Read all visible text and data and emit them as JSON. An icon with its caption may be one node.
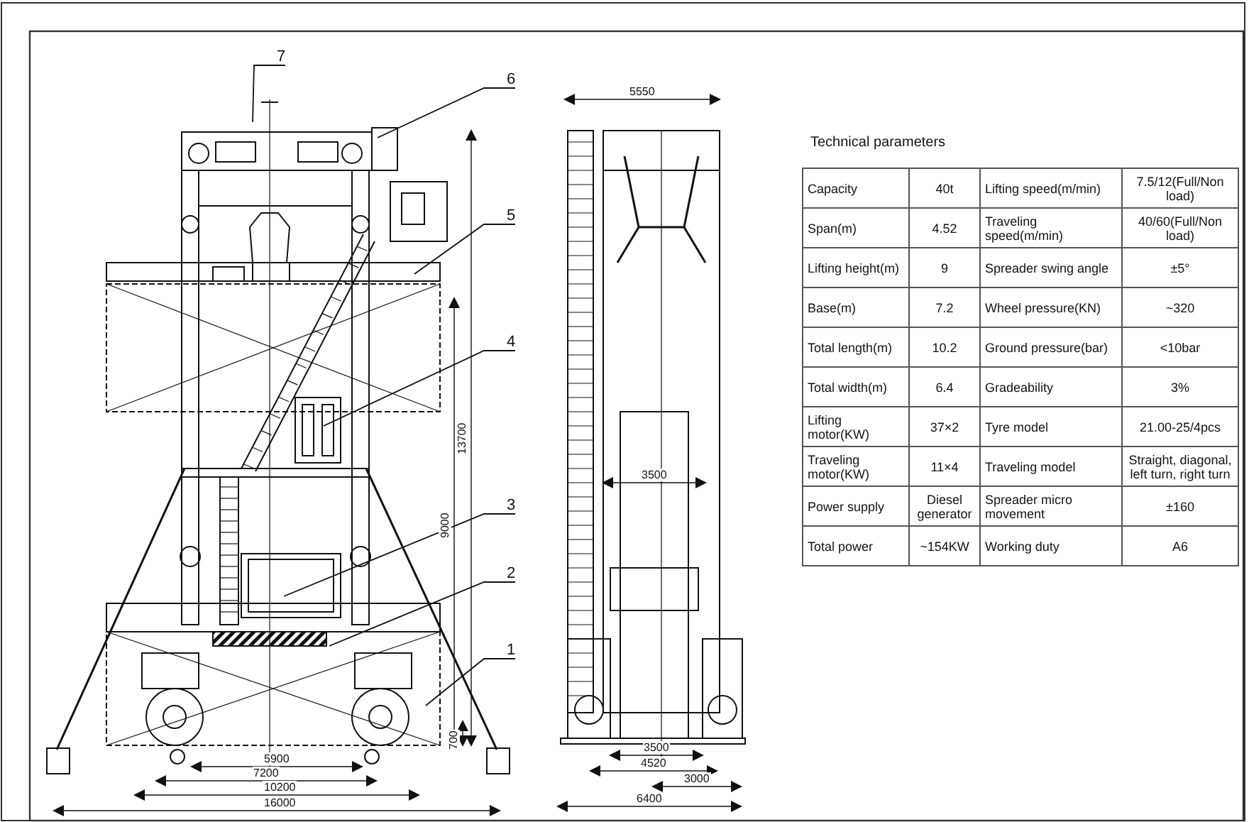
{
  "diagram": {
    "nodes": [
      {
        "text": [
          "7"
        ]
      },
      {
        "text": [
          "6"
        ]
      },
      {
        "text": [
          "5"
        ]
      },
      {
        "text": [
          "4"
        ]
      },
      {
        "text": [
          "3"
        ]
      },
      {
        "text": [
          "2"
        ]
      },
      {
        "text": [
          "1"
        ]
      }
    ],
    "edges": [
      {
        "from": 0,
        "to": null,
        "arrow": "none"
      },
      {
        "from": 1,
        "to": null,
        "arrow": "none"
      },
      {
        "from": 2,
        "to": null,
        "arrow": "none"
      },
      {
        "from": 3,
        "to": null,
        "arrow": "none"
      },
      {
        "from": 4,
        "to": null,
        "arrow": "none"
      },
      {
        "from": 5,
        "to": null,
        "arrow": "none"
      },
      {
        "from": 6,
        "to": null,
        "arrow": "none"
      }
    ],
    "labels": [
      "Technical parameters",
      "Capacity",
      "40t",
      "Lifting speed(m/min)",
      "7.5/12(Full/Non load)",
      "Span(m)",
      "4.52",
      "Traveling speed(m/min)",
      "40/60(Full/Non load)",
      "Lifting height(m)",
      "9",
      "Spreader swing angle",
      "±5°",
      "Base(m)",
      "7.2",
      "Wheel pressure(KN)",
      "~320",
      "Total length(m)",
      "10.2",
      "Ground pressure(bar)",
      "<10bar",
      "Total width(m)",
      "6.4",
      "Gradeability",
      "3%",
      "Lifting motor(KW)",
      "37×2",
      "Tyre model",
      "21.00-25/4pcs",
      "Traveling motor(KW)",
      "11×4",
      "Traveling model",
      "Straight, diagonal, left turn, right turn",
      "Power supply",
      "Diesel generator",
      "Spreader micro movement",
      "±160",
      "Total power",
      "~154KW",
      "Working duty",
      "A6",
      "13700",
      "9000",
      "700",
      "5900",
      "7200",
      "10200",
      "16000",
      "5550",
      "3500",
      "3500",
      "4520",
      "3000",
      "6400"
    ]
  }
}
